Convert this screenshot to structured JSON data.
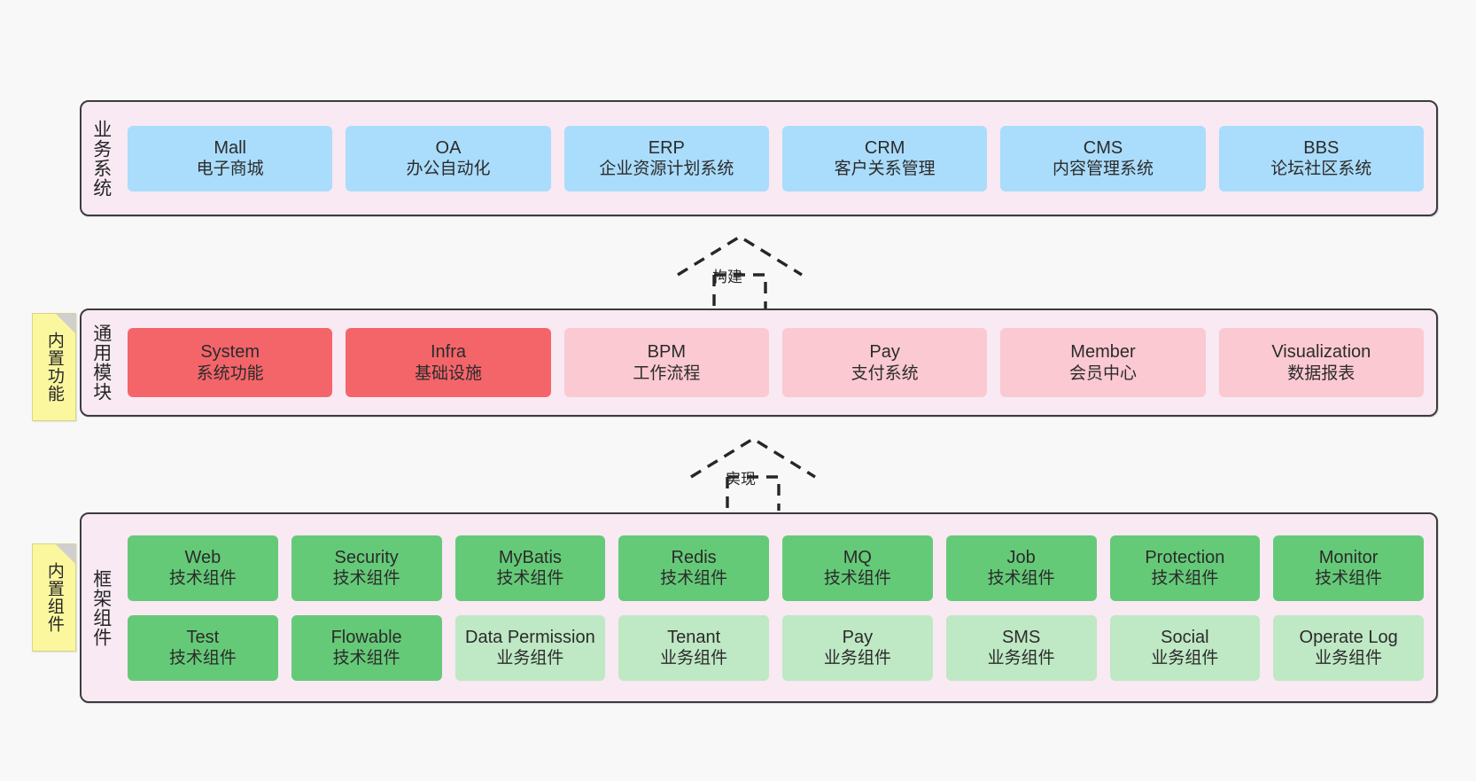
{
  "diagram": {
    "background_color": "#f8f8f8",
    "layer_fill": "#f8e9f3",
    "layer_border": "#3c3c3c"
  },
  "layers": [
    {
      "key": "business",
      "title": "业务系统",
      "color": "#aadcfb",
      "cards": [
        {
          "name": "Mall",
          "desc": "电子商城",
          "style": "c-blue"
        },
        {
          "name": "OA",
          "desc": "办公自动化",
          "style": "c-blue"
        },
        {
          "name": "ERP",
          "desc": "企业资源计划系统",
          "style": "c-blue"
        },
        {
          "name": "CRM",
          "desc": "客户关系管理",
          "style": "c-blue"
        },
        {
          "name": "CMS",
          "desc": "内容管理系统",
          "style": "c-blue"
        },
        {
          "name": "BBS",
          "desc": "论坛社区系统",
          "style": "c-blue"
        }
      ]
    },
    {
      "key": "module",
      "title": "通用模块",
      "note": "内置功能",
      "cards": [
        {
          "name": "System",
          "desc": "系统功能",
          "style": "c-red"
        },
        {
          "name": "Infra",
          "desc": "基础设施",
          "style": "c-red"
        },
        {
          "name": "BPM",
          "desc": "工作流程",
          "style": "c-pink"
        },
        {
          "name": "Pay",
          "desc": "支付系统",
          "style": "c-pink"
        },
        {
          "name": "Member",
          "desc": "会员中心",
          "style": "c-pink"
        },
        {
          "name": "Visualization",
          "desc": "数据报表",
          "style": "c-pink"
        }
      ]
    },
    {
      "key": "framework",
      "title": "框架组件",
      "note": "内置组件",
      "row1": [
        {
          "name": "Web",
          "desc": "技术组件",
          "style": "c-green"
        },
        {
          "name": "Security",
          "desc": "技术组件",
          "style": "c-green"
        },
        {
          "name": "MyBatis",
          "desc": "技术组件",
          "style": "c-green"
        },
        {
          "name": "Redis",
          "desc": "技术组件",
          "style": "c-green"
        },
        {
          "name": "MQ",
          "desc": "技术组件",
          "style": "c-green"
        },
        {
          "name": "Job",
          "desc": "技术组件",
          "style": "c-green"
        },
        {
          "name": "Protection",
          "desc": "技术组件",
          "style": "c-green"
        },
        {
          "name": "Monitor",
          "desc": "技术组件",
          "style": "c-green"
        }
      ],
      "row2": [
        {
          "name": "Test",
          "desc": "技术组件",
          "style": "c-green"
        },
        {
          "name": "Flowable",
          "desc": "技术组件",
          "style": "c-green"
        },
        {
          "name": "Data Permission",
          "desc": "业务组件",
          "style": "c-greenlight"
        },
        {
          "name": "Tenant",
          "desc": "业务组件",
          "style": "c-greenlight"
        },
        {
          "name": "Pay",
          "desc": "业务组件",
          "style": "c-greenlight"
        },
        {
          "name": "SMS",
          "desc": "业务组件",
          "style": "c-greenlight"
        },
        {
          "name": "Social",
          "desc": "业务组件",
          "style": "c-greenlight"
        },
        {
          "name": "Operate Log",
          "desc": "业务组件",
          "style": "c-greenlight"
        }
      ]
    }
  ],
  "connectors": [
    {
      "key": "build",
      "label": "构建"
    },
    {
      "key": "implement",
      "label": "实现"
    }
  ]
}
